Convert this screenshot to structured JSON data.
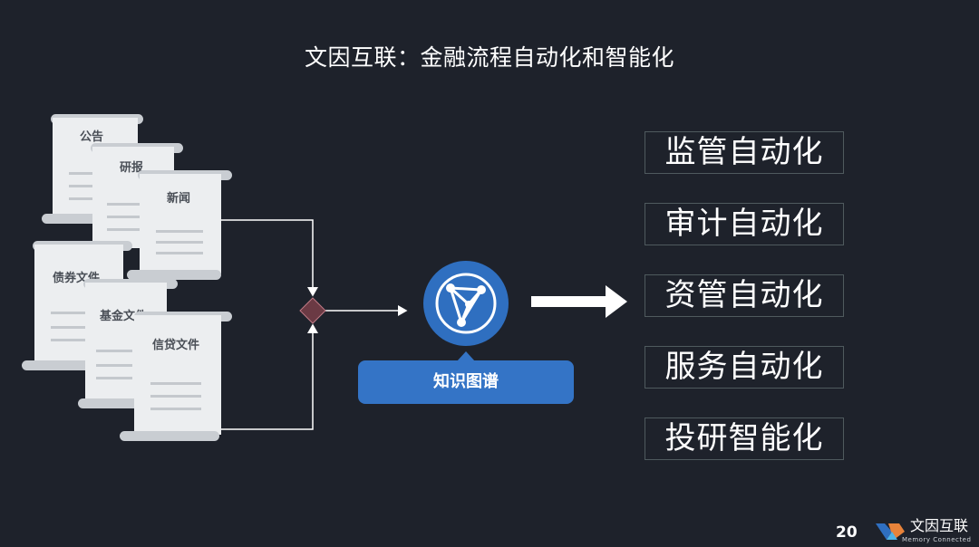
{
  "title": "文因互联：金融流程自动化和智能化",
  "documents": [
    {
      "label": "公告"
    },
    {
      "label": "研报"
    },
    {
      "label": "新闻"
    },
    {
      "label": "债券文件"
    },
    {
      "label": "基金文件"
    },
    {
      "label": "信贷文件"
    }
  ],
  "knowledge_graph": {
    "label": "知识图谱",
    "icon": "network-graph-icon"
  },
  "outputs": [
    {
      "label": "监管自动化"
    },
    {
      "label": "审计自动化"
    },
    {
      "label": "资管自动化"
    },
    {
      "label": "服务自动化"
    },
    {
      "label": "投研智能化"
    }
  ],
  "footer": {
    "page_number": "20",
    "logo_text": "文因互联",
    "logo_subtext": "Memory Connected"
  },
  "colors": {
    "background": "#1e222b",
    "accent_blue": "#3474c6",
    "diamond": "#6b3a44"
  }
}
